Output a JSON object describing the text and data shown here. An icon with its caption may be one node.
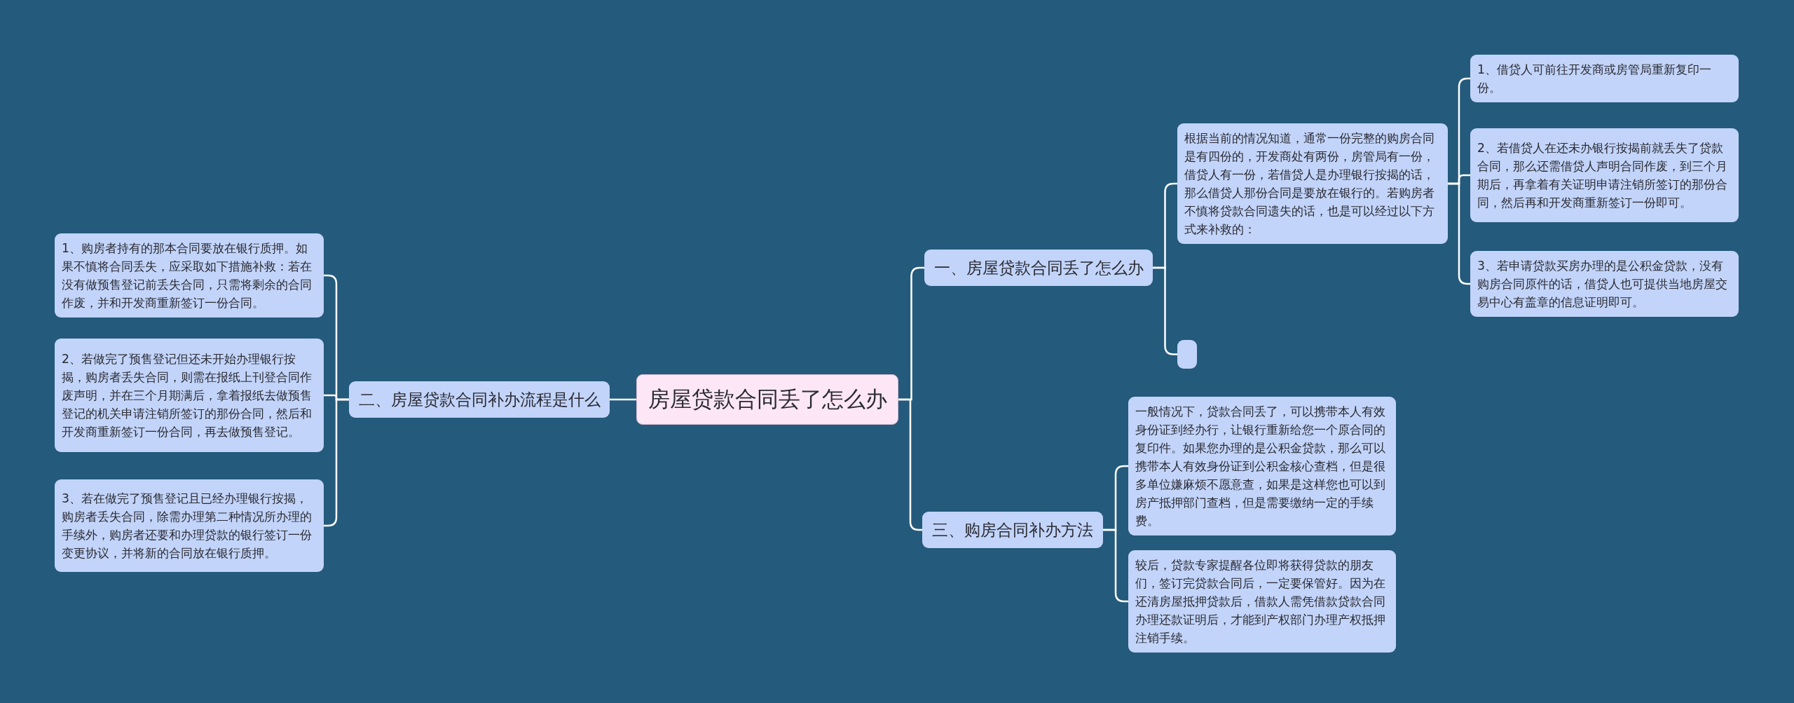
{
  "diagram": {
    "nodes": [
      {
        "text": [
          "房屋贷款合同丢了怎么办"
        ]
      },
      {
        "text": [
          "一、房屋贷款合同丢了怎么办"
        ]
      },
      {
        "text": [
          "根据当前的情况知道，通常一份完整的购房合同是有四份的，开发商处有两份，房管局有一份，借贷人有一份，若借贷人是办理银行按揭的话，那么借贷人那份合同是要放在银行的。若购房者不慎将贷款合同遗失的话，也是可以经过以下方式来补救的："
        ]
      },
      {
        "text": [
          "1、借贷人可前往开发商或房管局重新复印一份。"
        ]
      },
      {
        "text": [
          "2、若借贷人在还未办银行按揭前就丢失了贷款合同，那么还需借贷人声明合同作废，到三个月期后，再拿着有关证明申请注销所签订的那份合同，然后再和开发商重新签订一份即可。"
        ]
      },
      {
        "text": [
          "3、若申请贷款买房办理的是公积金贷款，没有购房合同原件的话，借贷人也可提供当地房屋交易中心有盖章的信息证明即可。"
        ]
      },
      {
        "text": [],
        "shape": "box"
      },
      {
        "text": [
          "三、购房合同补办方法"
        ]
      },
      {
        "text": [
          "一般情况下，贷款合同丢了，可以携带本人有效身份证到经办行，让银行重新给您一个原合同的复印件。如果您办理的是公积金贷款，那么可以携带本人有效身份证到公积金核心查档，但是很多单位嫌麻烦不愿意查，如果是这样您也可以到房产抵押部门查档，但是需要缴纳一定的手续费。"
        ]
      },
      {
        "text": [
          "较后，贷款专家提醒各位即将获得贷款的朋友们，签订完贷款合同后，一定要保管好。因为在还清房屋抵押贷款后，借款人需凭借款贷款合同办理还款证明后，才能到产权部门办理产权抵押注销手续。"
        ]
      },
      {
        "text": [
          "二、房屋贷款合同补办流程是什么"
        ]
      },
      {
        "text": [
          "1、购房者持有的那本合同要放在银行质押。如果不慎将合同丢失，应采取如下措施补救：若在没有做预售登记前丢失合同，只需将剩余的合同作废，并和开发商重新签订一份合同。"
        ]
      },
      {
        "text": [
          "2、若做完了预售登记但还未开始办理银行按揭，购房者丢失合同，则需在报纸上刊登合同作废声明，并在三个月期满后，拿着报纸去做预售登记的机关申请注销所签订的那份合同，然后和开发商重新签订一份合同，再去做预售登记。"
        ]
      },
      {
        "text": [
          "3、若在做完了预售登记且已经办理银行按揭，购房者丢失合同，除需办理第二种情况所办理的手续外，购房者还要和办理贷款的银行签订一份变更协议，并将新的合同放在银行质押。"
        ]
      }
    ],
    "edges": [
      {
        "from": 0,
        "to": 1,
        "arrow": "none"
      },
      {
        "from": 0,
        "to": 7,
        "arrow": "none"
      },
      {
        "from": 0,
        "to": 10,
        "arrow": "none"
      },
      {
        "from": 1,
        "to": 2,
        "arrow": "none"
      },
      {
        "from": 1,
        "to": 6,
        "arrow": "none"
      },
      {
        "from": 2,
        "to": 3,
        "arrow": "none"
      },
      {
        "from": 2,
        "to": 4,
        "arrow": "none"
      },
      {
        "from": 2,
        "to": 5,
        "arrow": "none"
      },
      {
        "from": 7,
        "to": 8,
        "arrow": "none"
      },
      {
        "from": 7,
        "to": 9,
        "arrow": "none"
      },
      {
        "from": 10,
        "to": 11,
        "arrow": "none"
      },
      {
        "from": 10,
        "to": 12,
        "arrow": "none"
      },
      {
        "from": 10,
        "to": 13,
        "arrow": "none"
      }
    ]
  }
}
